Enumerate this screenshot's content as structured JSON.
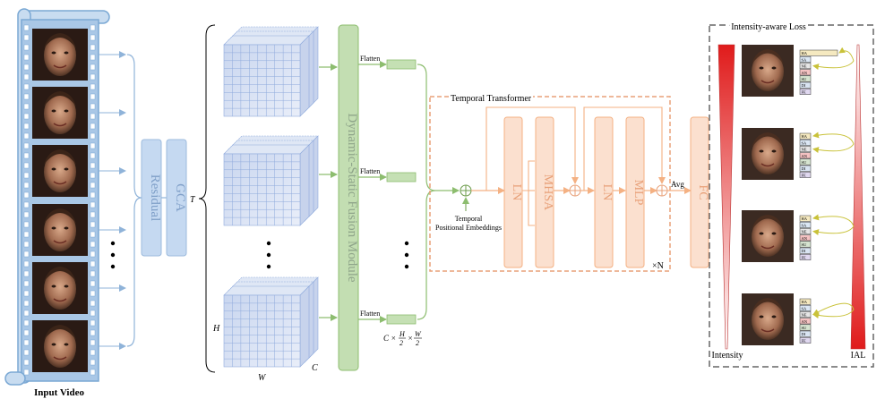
{
  "colors": {
    "film_blue": "#a8c8e8",
    "film_border": "#7aa8d4",
    "gca_blue": "#c5d9f1",
    "fusion_green": "#c3deb2",
    "fusion_green_border": "#8dbd6f",
    "flatten_green": "#c5e0b4",
    "transformer_orange": "#f4b183",
    "transformer_fill": "#fbe0cf",
    "loss_red": "#e51e1e",
    "loss_dash": "#666666",
    "grid_blue": "#8faadc",
    "text_muted_blue": "#7f9fc8",
    "text_orange": "#e8a078"
  },
  "input": {
    "label": "Input Video",
    "frames": [
      "face",
      "face",
      "face",
      "face",
      "face",
      "face"
    ]
  },
  "modules": {
    "residual": "Residual",
    "gca": "GCA",
    "fusion": "Dynamic-Static Fusion Module",
    "t_label": "T",
    "h_label": "H",
    "w_label": "W",
    "c_label": "C"
  },
  "flatten": {
    "labels": [
      "Flatten",
      "Flatten",
      "Flatten"
    ],
    "dims": "C × H/2 × W/2"
  },
  "transformer": {
    "title": "Temporal Transformer",
    "pos_emb_line1": "Temporal",
    "pos_emb_line2": "Positional Embeddings",
    "ln1": "LN",
    "mhsa": "MHSA",
    "ln2": "LN",
    "mlp": "MLP",
    "repeat": "×N",
    "avg": "Avg",
    "fc": "FC"
  },
  "loss": {
    "title": "Intensity-aware Loss",
    "intensity_label": "Intensity",
    "ial_label": "IAL",
    "classes": [
      "HA",
      "SA",
      "NE",
      "AN",
      "SU",
      "DI",
      "FE"
    ],
    "class_colors": [
      "#f5e9c0",
      "#dbe7f4",
      "#e6e6e6",
      "#f4c2c2",
      "#d6e4d0",
      "#d9e4f2",
      "#e0d8f0"
    ]
  }
}
